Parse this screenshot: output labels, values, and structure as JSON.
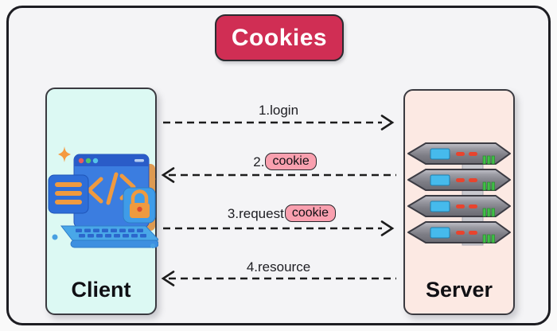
{
  "title": "Cookies",
  "client": {
    "label": "Client"
  },
  "server": {
    "label": "Server"
  },
  "messages": [
    {
      "label": "1.login",
      "badge": "",
      "direction": "client-to-server"
    },
    {
      "label": "2.",
      "badge": "cookie",
      "direction": "server-to-client"
    },
    {
      "label": "3.request",
      "badge": "cookie",
      "direction": "client-to-server"
    },
    {
      "label": "4.resource",
      "badge": "",
      "direction": "server-to-client"
    }
  ],
  "icons": {
    "client_illustration": "laptop-browser-code-lock",
    "server_illustration": "server-rack-stack"
  },
  "colors": {
    "title_bg": "#d02e54",
    "cookie_badge_bg": "#f9a0af",
    "client_box_bg": "#dcf9f3",
    "server_box_bg": "#fce9e3",
    "frame_bg": "#f4f4f6",
    "page_bg": "#f9f9f9",
    "line": "#1c1c1c"
  }
}
